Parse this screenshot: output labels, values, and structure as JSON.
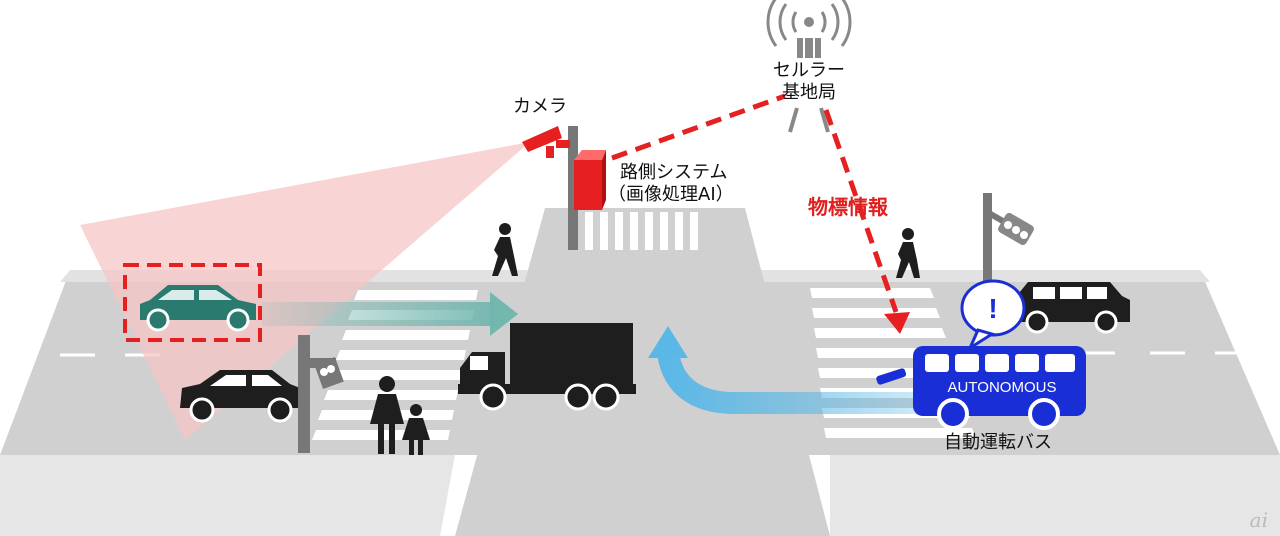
{
  "labels": {
    "camera": "カメラ",
    "cell_tower_line1": "セルラー",
    "cell_tower_line2": "基地局",
    "roadside_line1": "路側システム",
    "roadside_line2": "（画像処理AI）",
    "object_info": "物標情報",
    "autonomous_bus": "自動運転バス",
    "bus_side_text": "AUTONOMOUS",
    "alert_mark": "!",
    "watermark": "ai"
  },
  "colors": {
    "alert_red": "#e62020",
    "camera_cone": "#f7c6c6",
    "detected_car": "#2a7a70",
    "teal_arrow": "#6fb5ad",
    "blue_arrow": "#5bb8e6",
    "bus_blue": "#1a2ed6",
    "vehicle_black": "#1e1e1e",
    "road_gray": "#cfcfcf",
    "crosswalk_white": "#ffffff"
  }
}
